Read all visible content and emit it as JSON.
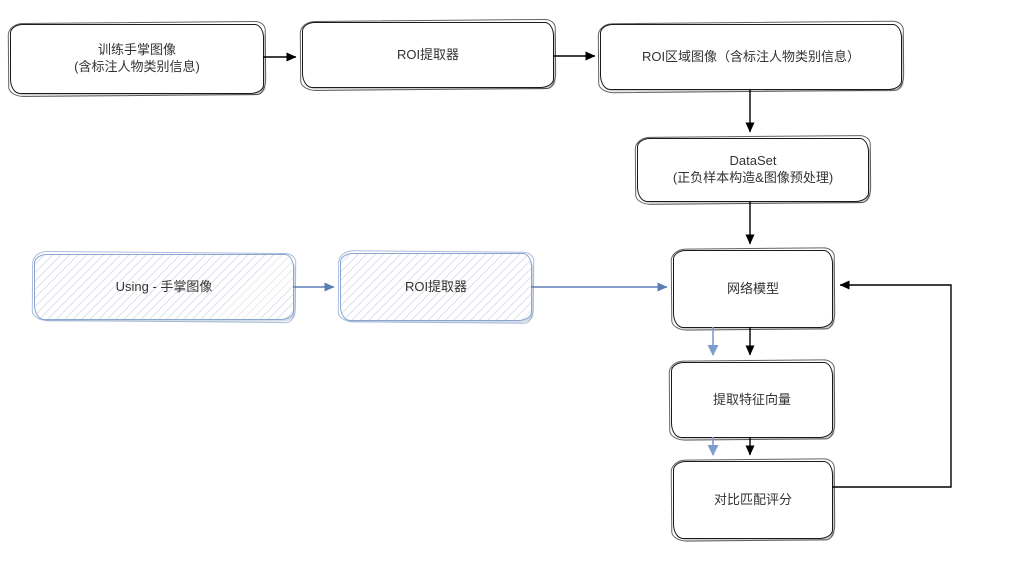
{
  "diagram": {
    "nodes": {
      "train_palm": {
        "line1": "训练手掌图像",
        "line2": "(含标注人物类别信息)"
      },
      "roi_extractor_train": {
        "line1": "ROI提取器"
      },
      "roi_region": {
        "line1": "ROI区域图像（含标注人物类别信息）"
      },
      "dataset": {
        "line1": "DataSet",
        "line2": "(正负样本构造&图像预处理)"
      },
      "using_palm": {
        "line1": "Using - 手掌图像"
      },
      "roi_extractor_using": {
        "line1": "ROI提取器"
      },
      "network_model": {
        "line1": "网络模型"
      },
      "feature_vector": {
        "line1": "提取特征向量"
      },
      "match_score": {
        "line1": "对比匹配评分"
      }
    },
    "colors": {
      "node_border_black": "#1a1a1a",
      "node_border_blue": "#8ba5cf",
      "arrow_black": "#000000",
      "arrow_blue": "#5b7fb5",
      "arrow_blue_light": "#7e9ccd",
      "text": "#333333",
      "background": "#ffffff"
    }
  }
}
